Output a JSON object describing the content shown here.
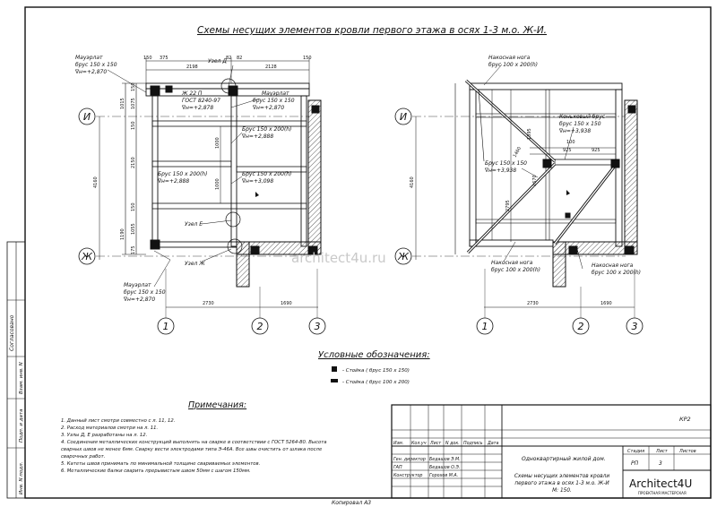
{
  "title": "Схемы несущих элементов кровли первого этажа в осях 1-3 м.о. Ж-И.",
  "left_plan": {
    "labels": {
      "mauerlat_top": [
        "Мауэрлат",
        "брус 150 х 150",
        "∇н=+2,870"
      ],
      "node_d": "Узел Д",
      "ks22p": [
        "Ж 22 П",
        "ГОСТ 8240-97",
        "∇н=+2,878"
      ],
      "mauerlat_mid": [
        "Мауэрлат",
        "брус 150 х 150",
        "∇н=+2,870"
      ],
      "brus_right1": [
        "Брус 150 х 200(h)",
        "∇н=+2,888"
      ],
      "brus_right2": [
        "Брус 150 х 200(h)",
        "∇н=+3,098"
      ],
      "brus_left": [
        "Брус 150 х 200(h)",
        "∇н=+2,888"
      ],
      "node_e": "Узел Е",
      "node_zh": "Узел Ж",
      "mauerlat_bottom": [
        "Мауэрлат",
        "брус 150 х 150",
        "∇н=+2,870"
      ]
    },
    "dims_top": [
      "150",
      "375",
      "82",
      "82",
      "150",
      "2198",
      "2128"
    ],
    "dims_left": [
      "150",
      "1075",
      "1015",
      "150",
      "2150",
      "150",
      "1055",
      "175",
      "1190"
    ],
    "dims_inner": [
      "1000",
      "1000"
    ],
    "overall_height": "4160",
    "bottom_dims": [
      "2730",
      "1690"
    ]
  },
  "right_plan": {
    "labels": {
      "naklon_top": [
        "Накосная нога",
        "брус 100 х 200(h)"
      ],
      "konek": [
        "Коньковый брус",
        "брус 150 х 150",
        "∇н=+3,938"
      ],
      "brus_mid": [
        "Брус 150 х 150",
        "∇н=+3,938"
      ],
      "naklon_bottom": [
        "Накосная нога",
        "брус 100 х 200(h)"
      ],
      "naklon_right": [
        "Накосная нога",
        "брус 100 х 200(h)"
      ]
    },
    "dims": [
      "1395",
      "925",
      "925",
      "100",
      "1670",
      "2795",
      "1460"
    ],
    "overall_height": "4160",
    "bottom_dims": [
      "2730",
      "1690"
    ]
  },
  "axes": {
    "rows": [
      "И",
      "Ж"
    ],
    "cols": [
      "1",
      "2",
      "3"
    ]
  },
  "watermark": "architect4u.ru",
  "legend": {
    "title": "Условные обозначения:",
    "items": [
      "- Стойка  ( брус 150 х 150)",
      "- Стойка  ( брус 100 х 200)"
    ]
  },
  "notes": {
    "title": "Примечания:",
    "items": [
      "1. Данный лист смотри совместно с л. 11, 12.",
      "2. Расход материалов смотри на л. 11.",
      "3. Узлы Д, Е разработаны на л. 12.",
      "4. Соединения металлических конструкций выполнять на сварке в соответствии с ГОСТ 5264-80. Высота",
      "   сварных швов не менее 6мм. Сварку вести электродами типа Э-46А. Все швы очистить от шлака после",
      "   сварочных работ.",
      "5. Катеты швов принимать по минимальной толщине свариваемых элементов.",
      "6. Металлические балки сварить прерывистым швом 50мм с шагом 150мм."
    ]
  },
  "title_block": {
    "code": "КР2",
    "project": "Одноквартирный жилой дом.",
    "headers": [
      "Изм.",
      "Кол.уч",
      "Лист",
      "N док.",
      "Подпись",
      "Дата"
    ],
    "people": [
      {
        "role": "Ген. директор",
        "name": "Бедашов Э.М."
      },
      {
        "role": "ГАП",
        "name": "Бедашов О.Э."
      },
      {
        "role": "Конструктор",
        "name": "Горохов М.А."
      }
    ],
    "sheet_title": [
      "Схемы несущих элементов кровли",
      "первого этажа в осях 1-3 м.о. Ж-И",
      "М: 150."
    ],
    "stage_header": [
      "Стадия",
      "Лист",
      "Листов"
    ],
    "stage_values": [
      "РП",
      "3",
      ""
    ],
    "logo": "Architect4U",
    "logo_sub": "ПРОЕКТНАЯ МАСТЕРСКАЯ"
  },
  "side_stamp": [
    "Согласовано",
    "Взам. инв. N",
    "Подп. и дата",
    "Инв. N подл."
  ],
  "format": "Копировал  А3"
}
